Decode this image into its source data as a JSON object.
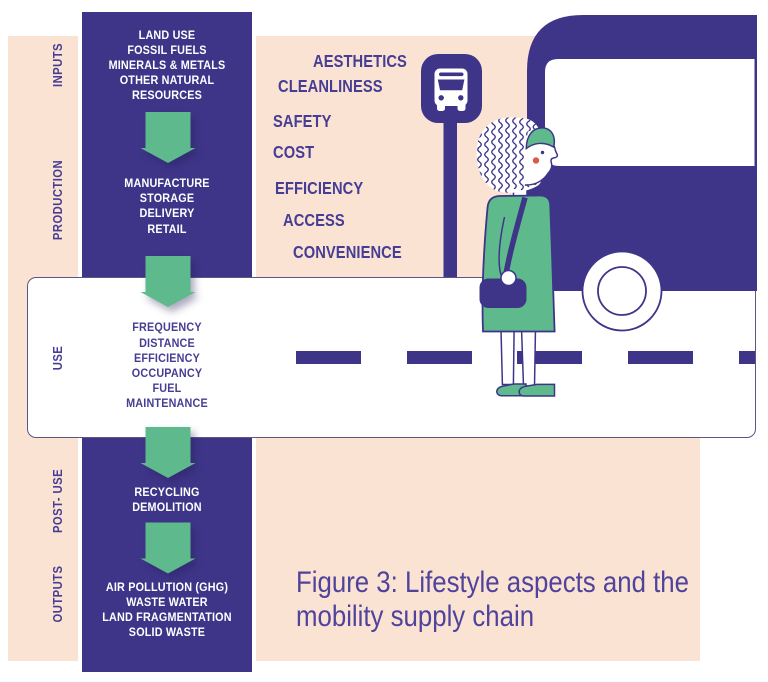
{
  "figure": {
    "caption_line1": "Figure 3: Lifestyle aspects and the",
    "caption_line2": "mobility supply chain"
  },
  "chain": {
    "stages": [
      {
        "label": "INPUTS",
        "lines": [
          "LAND USE",
          "FOSSIL FUELS",
          "MINERALS & METALS",
          "OTHER NATURAL",
          "RESOURCES"
        ]
      },
      {
        "label": "PRODUCTION",
        "lines": [
          "MANUFACTURE",
          "STORAGE",
          "DELIVERY",
          "RETAIL"
        ]
      },
      {
        "label": "USE",
        "lines": [
          "FREQUENCY",
          "DISTANCE",
          "EFFICIENCY",
          "OCCUPANCY",
          "FUEL",
          "MAINTENANCE"
        ]
      },
      {
        "label": "POST- USE",
        "lines": [
          "RECYCLING",
          "DEMOLITION"
        ]
      },
      {
        "label": "OUTPUTS",
        "lines": [
          "AIR POLLUTION (GHG)",
          "WASTE WATER",
          "LAND FRAGMENTATION",
          "SOLID WASTE"
        ]
      }
    ]
  },
  "aspects": {
    "items": [
      "AESTHETICS",
      "CLEANLINESS",
      "SAFETY",
      "COST",
      "EFFICIENCY",
      "ACCESS",
      "CONVENIENCE"
    ]
  },
  "icons": {
    "bus_stop_sign": "bus-stop-sign-icon",
    "bus": "bus-icon",
    "pedestrian": "woman-waiting-icon",
    "flow_arrow": "down-arrow-icon"
  },
  "colors": {
    "purple": "#3E3589",
    "green": "#5EBA8C",
    "peach": "#FBE3D3",
    "label_purple": "#463D94",
    "caption_purple": "#4F439B",
    "road_border": "#5D5684",
    "cheek_red": "#D65C4F",
    "white": "#FFFFFF"
  }
}
